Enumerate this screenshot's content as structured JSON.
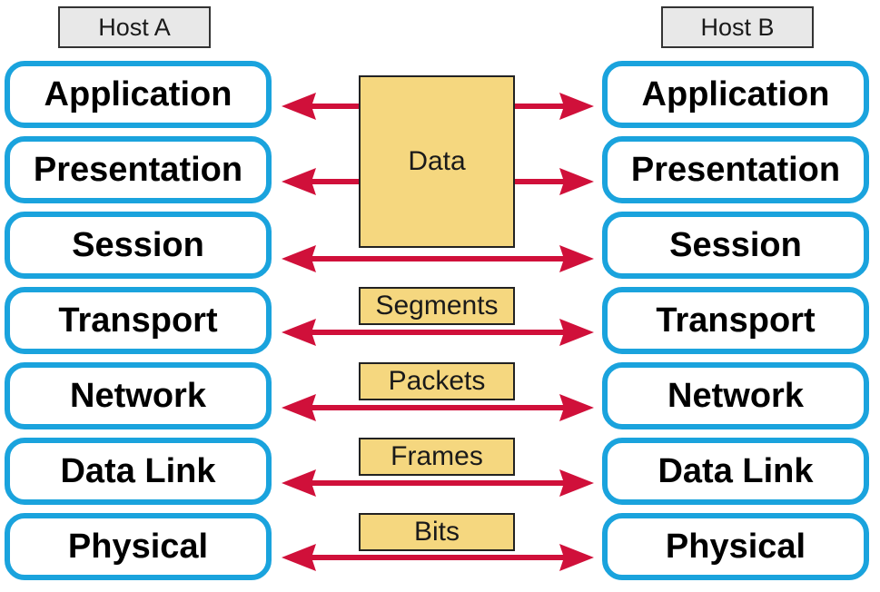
{
  "hosts": {
    "a": "Host A",
    "b": "Host B"
  },
  "layers": [
    "Application",
    "Presentation",
    "Session",
    "Transport",
    "Network",
    "Data Link",
    "Physical"
  ],
  "pdus": {
    "data": "Data",
    "segments": "Segments",
    "packets": "Packets",
    "frames": "Frames",
    "bits": "Bits"
  },
  "colors": {
    "layer_border": "#1aa3dd",
    "arrow": "#d0103a",
    "pdu_fill": "#f5d77f",
    "host_fill": "#e8e8e8"
  }
}
